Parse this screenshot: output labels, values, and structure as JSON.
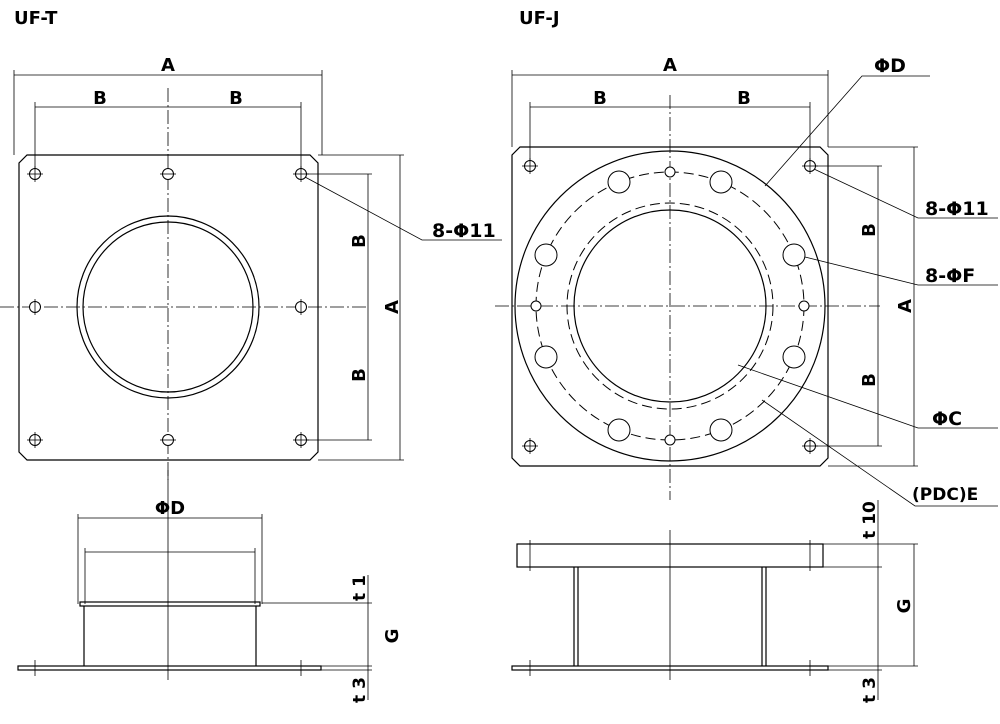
{
  "titles": {
    "left": "UF-T",
    "right": "UF-J"
  },
  "uft": {
    "dim_a_top": "A",
    "dim_b_left": "B",
    "dim_b_right": "B",
    "dim_b_upper": "B",
    "dim_b_lower": "B",
    "dim_a_side": "A",
    "holes_note": "8-Φ11",
    "dim_d": "ΦD",
    "dim_t1": "t 1",
    "dim_g": "G",
    "dim_t3": "t 3"
  },
  "ufj": {
    "dim_a_top": "A",
    "dim_b_left": "B",
    "dim_b_right": "B",
    "dim_d": "ΦD",
    "holes_note": "8-Φ11",
    "bolt_holes_note": "8-ΦF",
    "dim_b_upper": "B",
    "dim_b_lower": "B",
    "dim_a_side": "A",
    "dim_c": "ΦC",
    "dim_pdc": "(PDC)E",
    "dim_t10": "t 10",
    "dim_g": "G",
    "dim_t3": "t 3"
  }
}
